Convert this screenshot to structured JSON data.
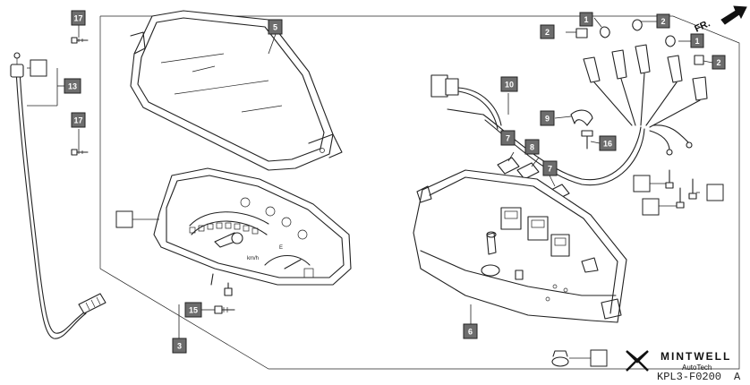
{
  "diagram_code": "KPL3-F0200",
  "revision": "A",
  "brand": {
    "name": "MINTWELL",
    "sub": "AutoTech"
  },
  "direction_label": "FR.",
  "dial": {
    "unit": "km/h",
    "fuel_letter": "E"
  },
  "callouts": [
    {
      "id": "c17a",
      "label": "17",
      "filled": true
    },
    {
      "id": "c13blank",
      "label": "",
      "filled": false
    },
    {
      "id": "c13",
      "label": "13",
      "filled": true
    },
    {
      "id": "c17b",
      "label": "17",
      "filled": true
    },
    {
      "id": "c5",
      "label": "5",
      "filled": true
    },
    {
      "id": "cgaugeblank",
      "label": "",
      "filled": false
    },
    {
      "id": "c15",
      "label": "15",
      "filled": true
    },
    {
      "id": "c3",
      "label": "3",
      "filled": true
    },
    {
      "id": "c1a",
      "label": "1",
      "filled": true
    },
    {
      "id": "c2a",
      "label": "2",
      "filled": true
    },
    {
      "id": "c2b",
      "label": "2",
      "filled": true
    },
    {
      "id": "c1b",
      "label": "1",
      "filled": true
    },
    {
      "id": "c2c",
      "label": "2",
      "filled": true
    },
    {
      "id": "c10",
      "label": "10",
      "filled": true
    },
    {
      "id": "c9",
      "label": "9",
      "filled": true
    },
    {
      "id": "c7a",
      "label": "7",
      "filled": true
    },
    {
      "id": "c8",
      "label": "8",
      "filled": true
    },
    {
      "id": "c16",
      "label": "16",
      "filled": true
    },
    {
      "id": "c7b",
      "label": "7",
      "filled": true
    },
    {
      "id": "cscrewblank1",
      "label": "",
      "filled": false
    },
    {
      "id": "cscrewblank2",
      "label": "",
      "filled": false
    },
    {
      "id": "cscrewblank3",
      "label": "",
      "filled": false
    },
    {
      "id": "c6",
      "label": "6",
      "filled": true
    },
    {
      "id": "cgrommetblank",
      "label": "",
      "filled": false
    }
  ]
}
